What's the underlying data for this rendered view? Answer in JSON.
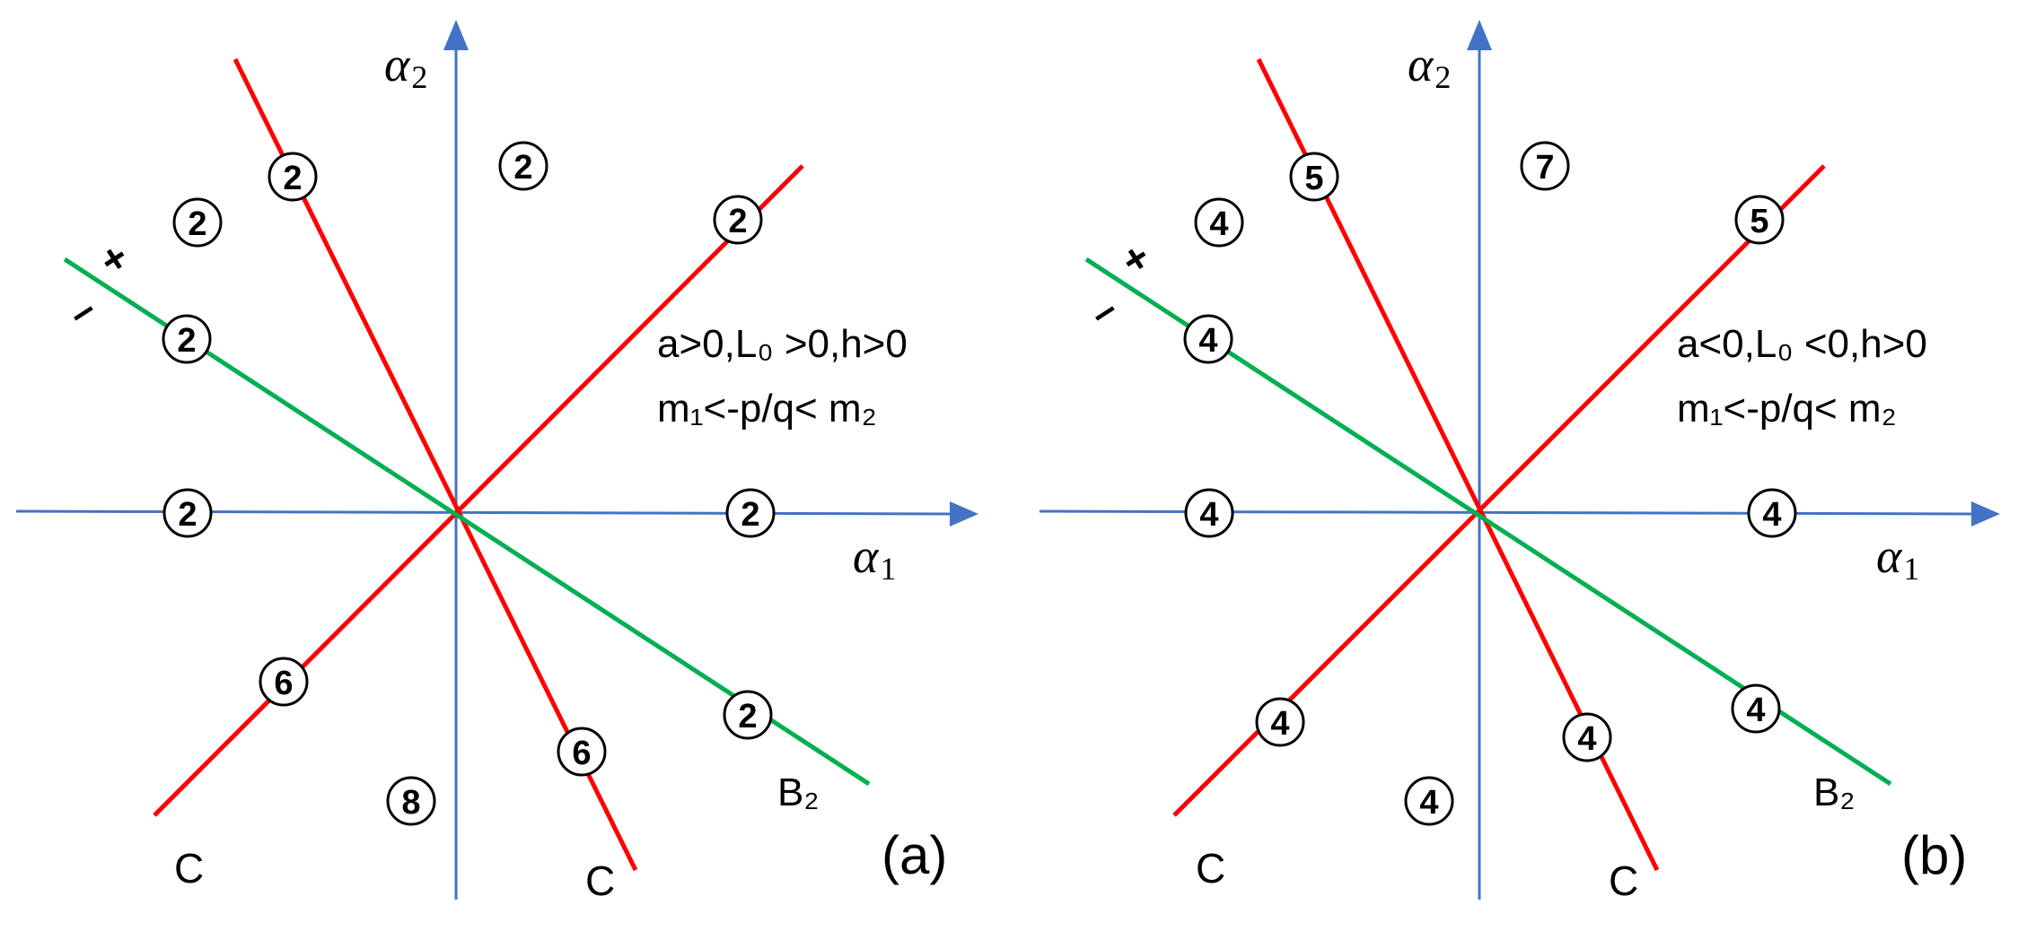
{
  "panels": [
    {
      "id": "a",
      "panel_label": "(a)",
      "axis_x_label": "α",
      "axis_x_sub": "1",
      "axis_y_label": "α",
      "axis_y_sub": "2",
      "condition_line1": "a>0,L₀ >0,h>0",
      "condition_line2": "m₁<-p/q< m₂",
      "line_labels": {
        "c_left": "C",
        "c_right": "C",
        "b2": "B₂"
      },
      "side_plus": "+",
      "side_minus": "–",
      "colors": {
        "axes": "#4472C4",
        "c_lines": "#FF0000",
        "b2_line": "#00B050"
      },
      "regions": [
        "2",
        "2",
        "2",
        "2",
        "2",
        "2",
        "2",
        "6",
        "6",
        "8",
        "2"
      ]
    },
    {
      "id": "b",
      "panel_label": "(b)",
      "axis_x_label": "α",
      "axis_x_sub": "1",
      "axis_y_label": "α",
      "axis_y_sub": "2",
      "condition_line1": "a<0,L₀ <0,h>0",
      "condition_line2": "m₁<-p/q< m₂",
      "line_labels": {
        "c_left": "C",
        "c_right": "C",
        "b2": "B₂"
      },
      "side_plus": "+",
      "side_minus": "–",
      "colors": {
        "axes": "#4472C4",
        "c_lines": "#FF0000",
        "b2_line": "#00B050"
      },
      "regions": [
        "5",
        "7",
        "4",
        "5",
        "4",
        "4",
        "4",
        "4",
        "4",
        "4",
        "4"
      ]
    }
  ]
}
